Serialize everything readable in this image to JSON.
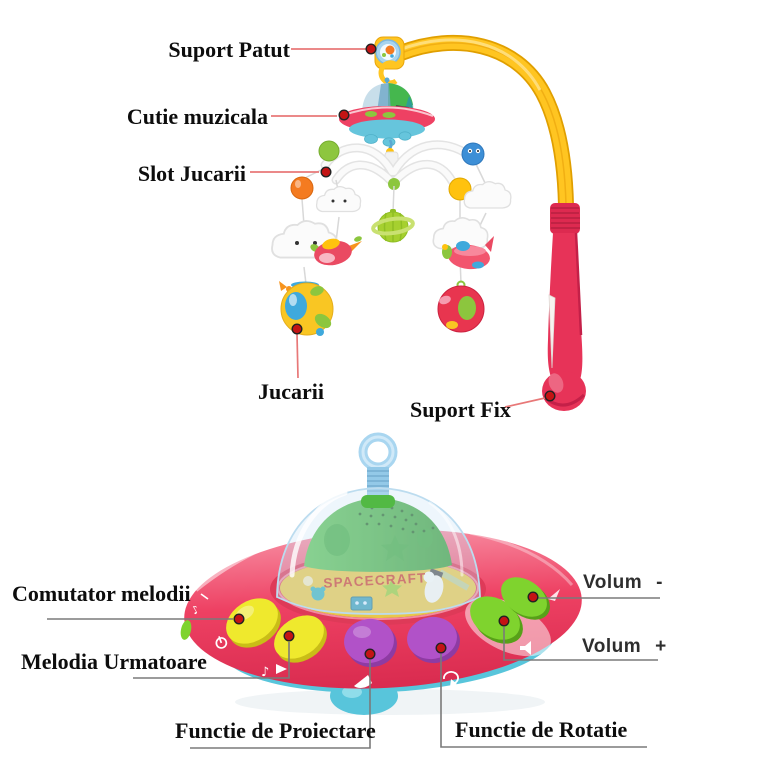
{
  "page": {
    "background": "#ffffff",
    "type": "product-annotation-diagram",
    "subject": "baby crib musical mobile with spacecraft projector music box"
  },
  "labels": {
    "suport_patut": "Suport Patut",
    "cutie_muzicala": "Cutie muzicala",
    "slot_jucarii": "Slot Jucarii",
    "jucarii": "Jucarii",
    "suport_fix": "Suport Fix",
    "comutator_melodii": "Comutator melodii",
    "melodia_urmatoare": "Melodia Urmatoare",
    "functie_proiectare": "Functie de Proiectare",
    "functie_rotatie": "Functie de Rotatie",
    "volum": "Volum",
    "minus_sign": "-",
    "plus_sign": "+"
  },
  "toy_text": {
    "spacecraft": "SPACECRAFT"
  },
  "icons": {
    "music_note_icon": "♪"
  },
  "colors": {
    "arm_yellow": "#FFC521",
    "handle_red": "#E73358",
    "saucer_pink": "#EE4163",
    "dome_green": "#4DB848",
    "base_blue": "#5BC8DC",
    "button_yellow": "#EFE92D",
    "button_purple": "#B152C8",
    "button_green": "#7FD32E",
    "marker_dot_red": "#C31414",
    "leader_line_pink": "#E87878",
    "leader_line_gray": "#7A7A7A",
    "label_text": "#111111"
  }
}
